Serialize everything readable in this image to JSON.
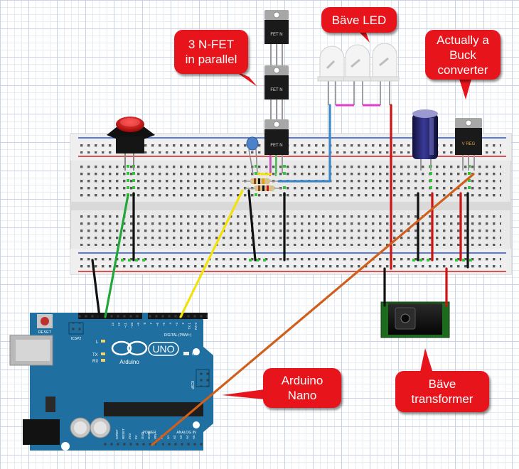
{
  "callouts": {
    "fet": "3 N-FET\nin parallel",
    "led": "Bäve LED",
    "buck": "Actually a\nBuck\nconverter",
    "nano": "Arduino\nNano",
    "transformer": "Bäve\ntransformer"
  },
  "components": {
    "fet_label": "FET N",
    "buck_label": "V REG",
    "arduino_logo": "UNO",
    "arduino_brand": "Arduino",
    "reset_label": "RESET",
    "icsp2_label": "ICSP2",
    "icsp_label": "ICSP",
    "digital_label": "DIGITAL (PWM~)",
    "power_label": "POWER",
    "analog_label": "ANALOG IN",
    "on_label": "ON",
    "l_label": "L",
    "tx_label": "TX",
    "rx_label": "RX",
    "aref_label": "AREF",
    "gnd_label": "GND",
    "header_pins_top": [
      "13",
      "12",
      "~11",
      "~10",
      "~9",
      "8",
      "7",
      "~6",
      "~5",
      "4",
      "~3",
      "2",
      "TX 1",
      "RX 0"
    ],
    "header_pins_bottom": [
      "IOREF",
      "RESET",
      "3V3",
      "5V",
      "GND",
      "GND",
      "VIN",
      "A0",
      "A1",
      "A2",
      "A3",
      "A4",
      "A5"
    ]
  },
  "colors": {
    "callout": "#e8141b",
    "board": "#1f6fa0",
    "wire_green": "#22a83a",
    "wire_yellow": "#f3e10c",
    "wire_orange": "#cf5f1a",
    "wire_blue": "#3f86c8",
    "wire_red": "#cc1414",
    "wire_black": "#111111",
    "wire_magenta": "#e040c8"
  }
}
